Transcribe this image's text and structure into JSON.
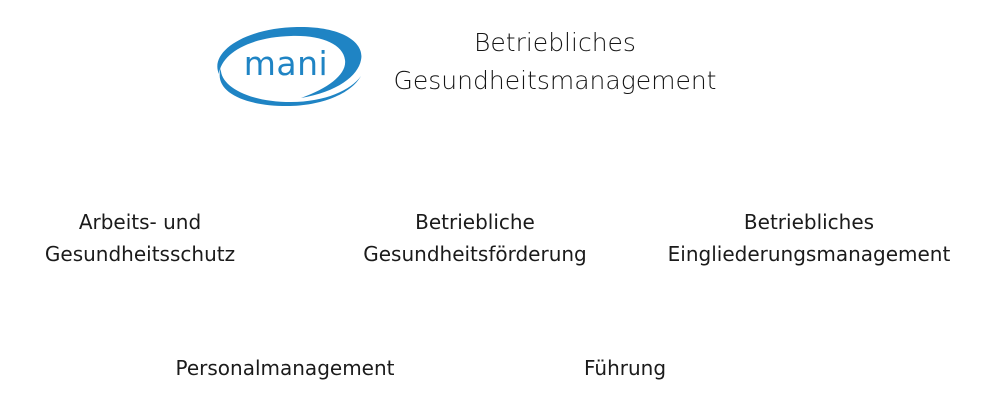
{
  "logo": {
    "text": "mani",
    "color": "#1f84c4"
  },
  "title": {
    "line1": "Betriebliches",
    "line2": "Gesundheitsmanagement"
  },
  "nodes": [
    {
      "line1": "Arbeits- und",
      "line2": "Gesundheitsschutz"
    },
    {
      "line1": "Betriebliche",
      "line2": "Gesundheitsförderung"
    },
    {
      "line1": "Betriebliches",
      "line2": "Eingliederungsmanagement"
    },
    {
      "line1": "Personalmanagement"
    },
    {
      "line1": "Führung"
    }
  ]
}
